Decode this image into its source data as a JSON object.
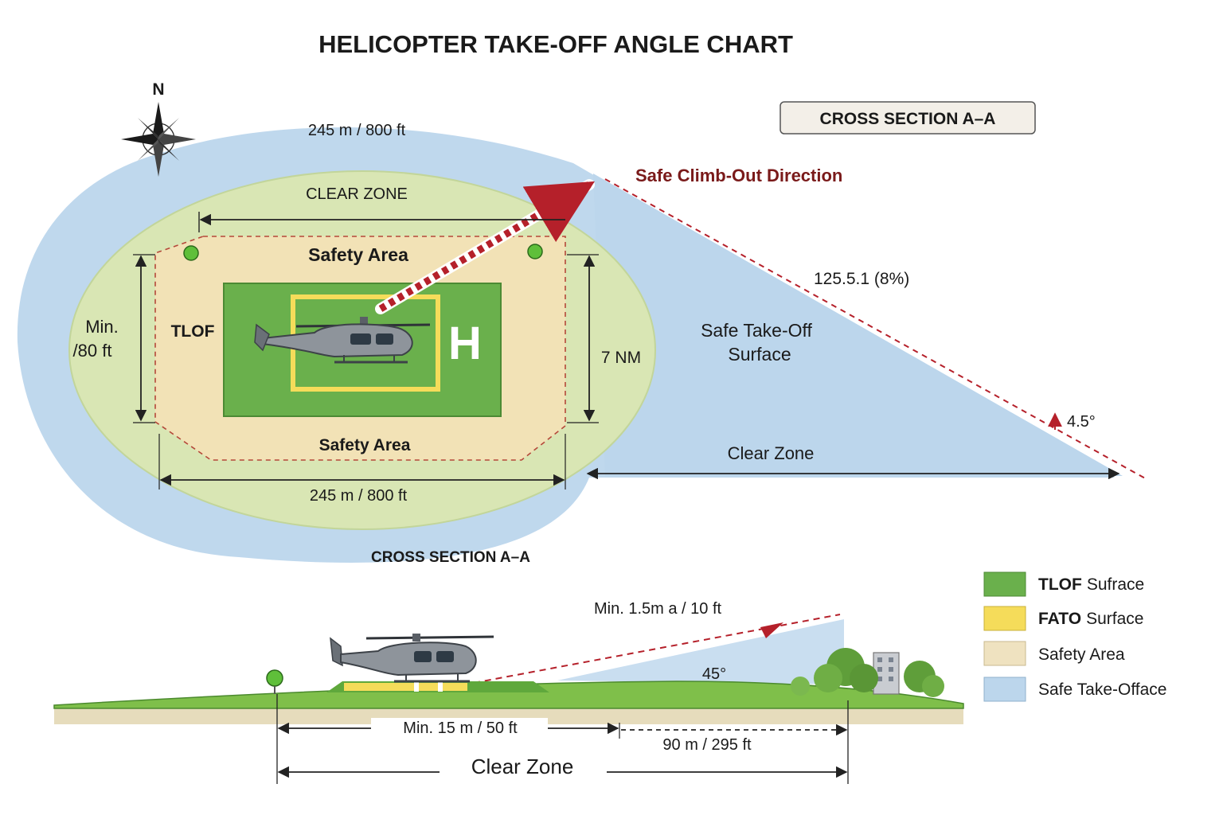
{
  "title": "HELICOPTER TAKE-OFF ANGLE CHART",
  "compass": {
    "north_label": "N",
    "icon": "compass-rose-icon"
  },
  "cross_section_badge": "CROSS SECTION A–A",
  "plan_view": {
    "top_dimension": "245 m / 800 ft",
    "clear_zone_label": "CLEAR ZONE",
    "safety_area_top": "Safety Area",
    "safety_area_bottom": "Safety Area",
    "tlof_label": "TLOF",
    "min_width_line1": "Min.",
    "min_width_line2": "/80 ft",
    "right_dimension": "7 NM",
    "bottom_dimension": "245 m / 800 ft",
    "helipad_marking": "H",
    "climb_direction": "Safe Climb-Out Direction",
    "slope_label": "125.5.1 (8%)",
    "surface_line1": "Safe Take-Off",
    "surface_line2": "Surface",
    "angle_label": "4.5°",
    "right_clear_zone": "Clear Zone"
  },
  "section_view": {
    "heading": "CROSS SECTION A–A",
    "min_height": "Min. 1.5m a / 10 ft",
    "angle_label": "45°",
    "min_distance": "Min. 15 m / 50 ft",
    "far_distance": "90 m / 295 ft",
    "clear_zone": "Clear Zone"
  },
  "legend": [
    {
      "label_bold": "TLOF",
      "label_rest": "Sufrace",
      "color": "#6ab04c"
    },
    {
      "label_bold": "FATO",
      "label_rest": "Surface",
      "color": "#f5dc5a"
    },
    {
      "label_bold": "",
      "label_rest": "Safety Area",
      "color": "#efe2c0"
    },
    {
      "label_bold": "",
      "label_rest": "Safe Take-Offace",
      "color": "#bcd6ec"
    }
  ],
  "colors": {
    "sky_blue": "#bcd6ec",
    "clear_zone_green": "#d9e6b4",
    "safety_beige": "#f2e2b6",
    "tlof_green": "#6ab04c",
    "fato_yellow": "#f5dc5a",
    "climb_red": "#b5202a",
    "title_text": "#1a1a1a",
    "climb_text": "#7a1a1a"
  }
}
